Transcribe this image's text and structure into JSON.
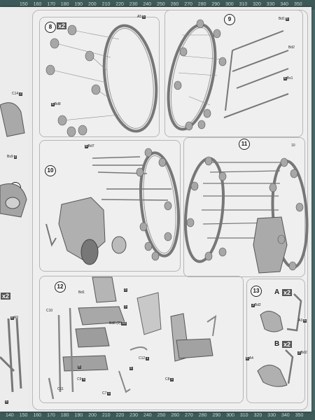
{
  "ruler_top": [
    "150",
    "160",
    "170",
    "180",
    "190",
    "200",
    "210",
    "220",
    "230",
    "240",
    "250",
    "260",
    "270",
    "280",
    "290",
    "300",
    "310",
    "320",
    "330",
    "340",
    "350"
  ],
  "ruler_bottom": [
    "140",
    "150",
    "160",
    "170",
    "180",
    "190",
    "200",
    "210",
    "220",
    "230",
    "240",
    "250",
    "260",
    "270",
    "280",
    "290",
    "300",
    "310",
    "320",
    "330",
    "340",
    "350"
  ],
  "steps": {
    "s8": {
      "number": "8",
      "multiplier": "x2"
    },
    "s9": {
      "number": "9"
    },
    "s10": {
      "number": "10"
    },
    "s11": {
      "number": "11"
    },
    "s12": {
      "number": "12"
    },
    "s13": {
      "number": "13",
      "option_a": "A",
      "option_a_mult": "x2",
      "option_b": "B",
      "option_b_mult": "x2"
    },
    "left_s3": {
      "number": "3"
    },
    "left_s2": {
      "multiplier": "x2"
    }
  },
  "part_labels": {
    "p8_a5": {
      "code": "A5",
      "num": "6"
    },
    "p8_bd8": {
      "code": "Bd8",
      "num": "6"
    },
    "p9_bd1": {
      "code": "Bd1",
      "num": "6"
    },
    "p9_bd2": {
      "code": "Bd2"
    },
    "p9_bs1": {
      "code": "Bs1",
      "num": "6"
    },
    "p10_bd7": {
      "code": "Bd7",
      "num": "6"
    },
    "p11_ref": {
      "code": "10"
    },
    "p12_bd1": {
      "code": "Bd1",
      "num": "5"
    },
    "p12_bd8": {
      "code": "Bd8 (2)",
      "num": "10"
    },
    "p12_c10": {
      "code": "C10"
    },
    "p12_c9": {
      "code": "C9",
      "num": "6"
    },
    "p12_c11": {
      "code": "C11"
    },
    "p12_c7": {
      "code": "C7",
      "num": "1"
    },
    "p12_c12": {
      "code": "C12",
      "num": "1"
    },
    "p12_c8": {
      "code": "C8",
      "num": "1"
    },
    "p12_n5b": {
      "num": "5"
    },
    "p12_n6b": {
      "num": "6"
    },
    "p12_n5c": {
      "num": "5"
    },
    "p13_bd2": {
      "code": "Bd2",
      "num": "3"
    },
    "p13_a3": {
      "code": "A3",
      "num": "6"
    },
    "p13_a4": {
      "code": "A4",
      "num": "6"
    },
    "p13_bd2b": {
      "code": "Bd2",
      "num": "3"
    },
    "left_c14": {
      "code": "C14",
      "num": "2"
    },
    "left_bs9": {
      "code": "Bs9",
      "num": "2"
    },
    "left_a9": {
      "code": "A9",
      "num": "6"
    },
    "left_n6": {
      "num": "6"
    }
  },
  "colors": {
    "paper": "#efefef",
    "line": "#4a4a4a",
    "part": "#9a9a9a",
    "mat": "#4a6b6a"
  }
}
